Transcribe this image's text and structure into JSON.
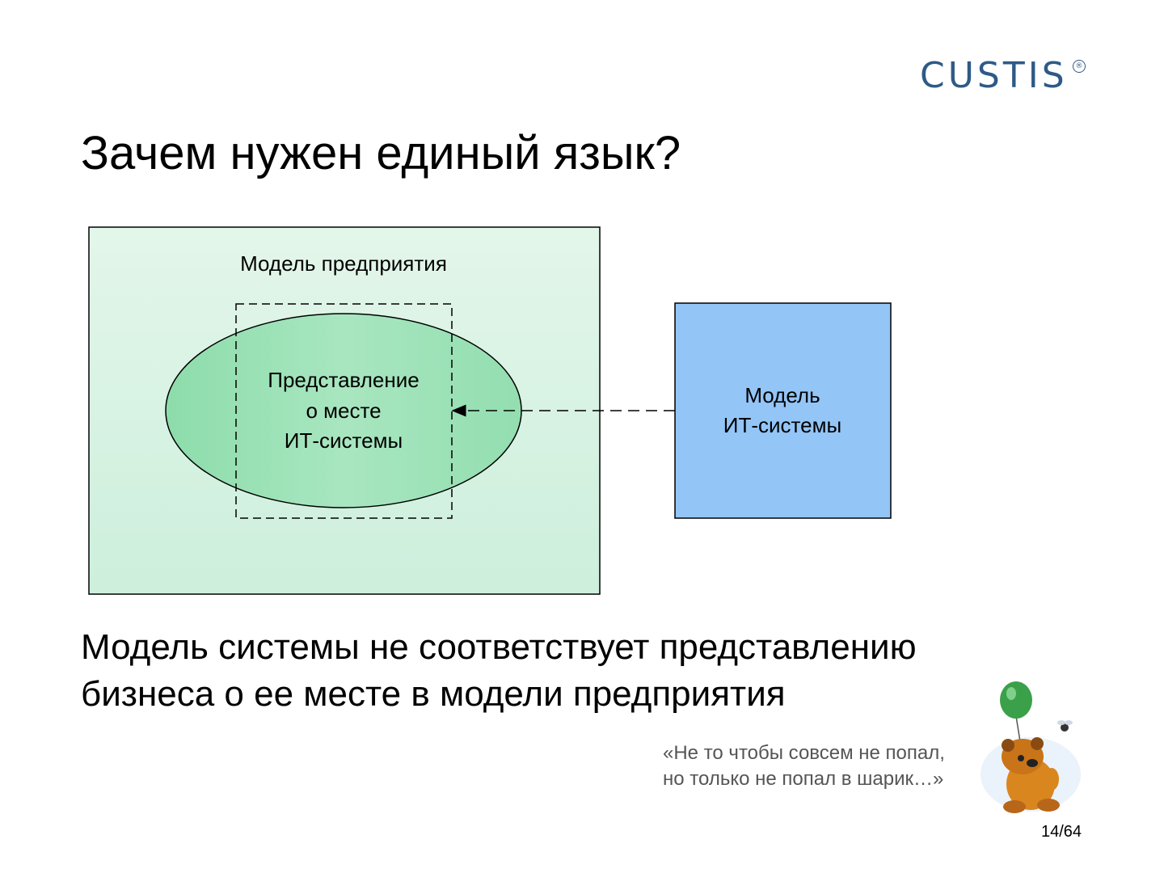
{
  "brand": {
    "logo_text": "CUSTIS",
    "logo_mark": "®",
    "color": "#2e5a87"
  },
  "slide": {
    "title": "Зачем нужен единый язык?",
    "page_number": "14/64"
  },
  "diagram": {
    "enterprise_model_label": "Модель предприятия",
    "representation_lines": [
      "Представление",
      "о месте",
      "ИТ-системы"
    ],
    "it_model_lines": [
      "Модель",
      "ИТ-системы"
    ],
    "colors": {
      "enterprise_fill": "#d8f2e3",
      "ellipse_fill": "#9ee0b6",
      "it_model_fill": "#93c5f7",
      "stroke": "#000000"
    }
  },
  "statement": {
    "line1": "Модель системы не соответствует представлению",
    "line2": "бизнеса о ее месте в модели предприятия"
  },
  "quote": {
    "line1": "«Не то чтобы совсем не попал,",
    "line2": "но только не попал в шарик…»",
    "icon": "bear-with-balloon-icon"
  }
}
